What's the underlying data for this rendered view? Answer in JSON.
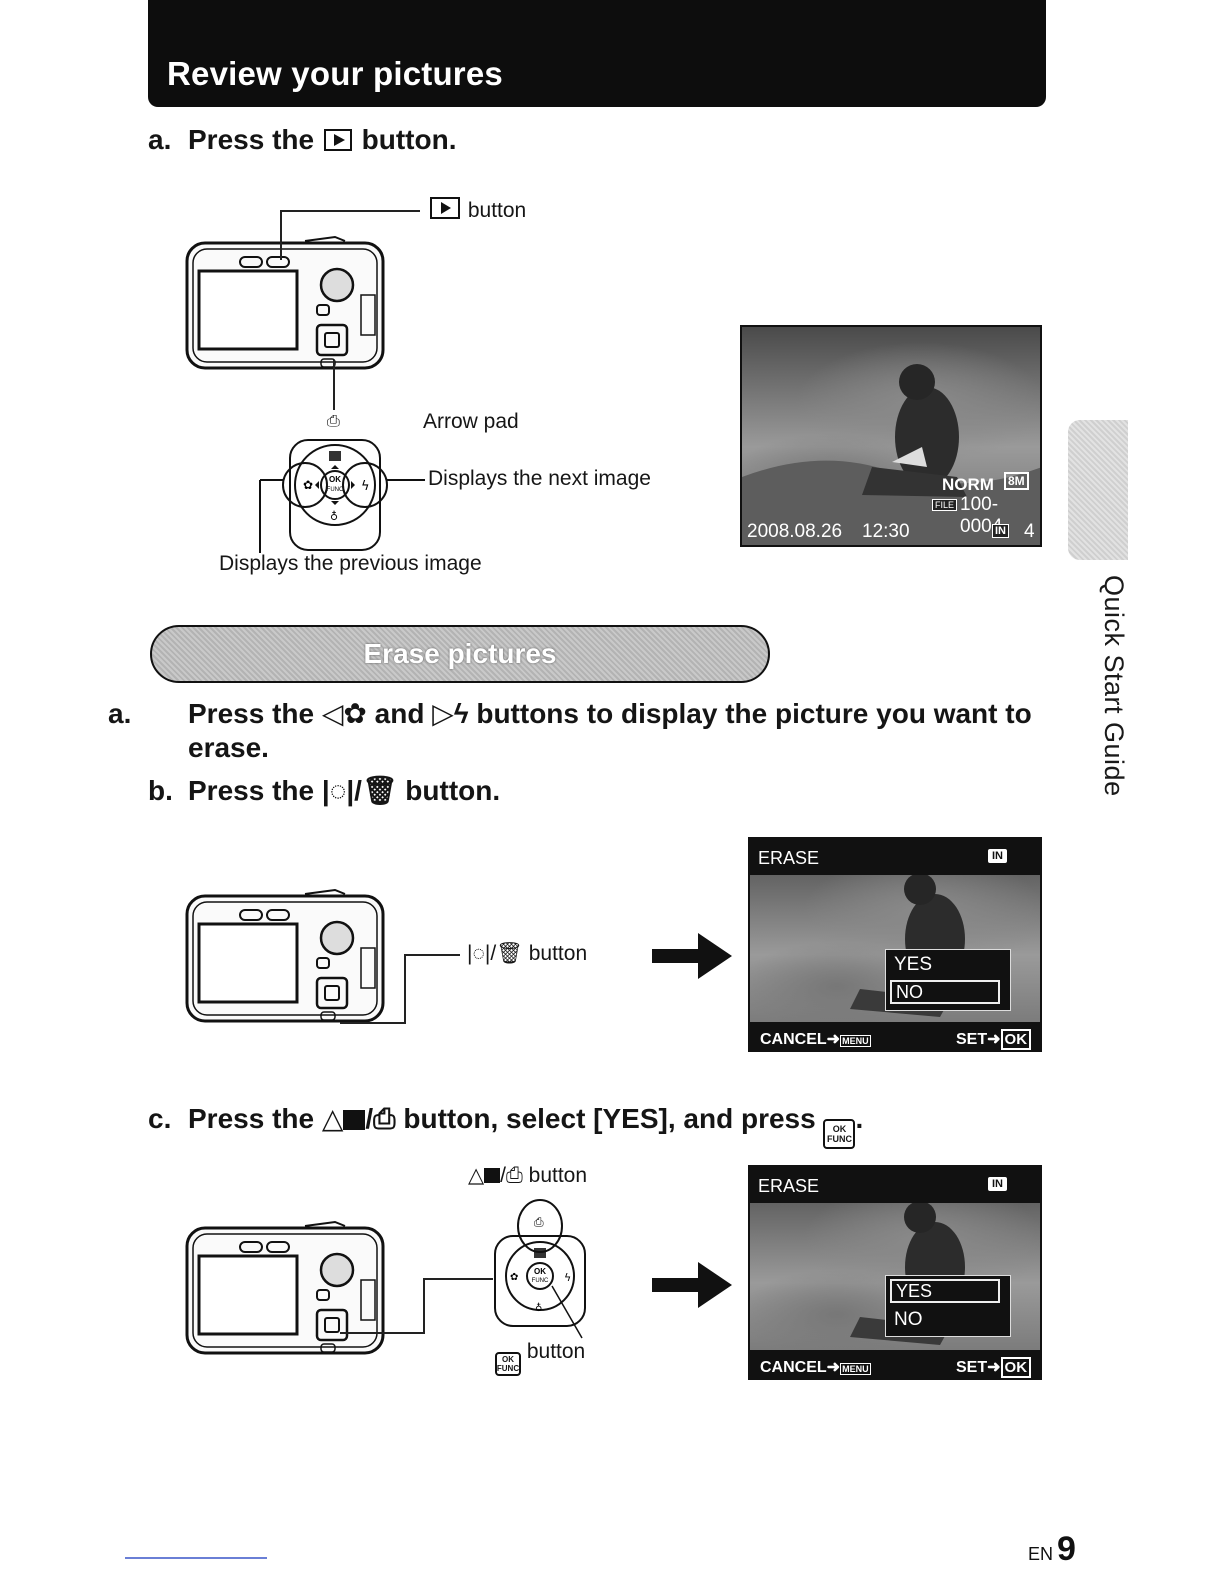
{
  "header": {
    "title": "Review your pictures"
  },
  "review": {
    "step_a": {
      "letter": "a.",
      "pre": "Press the",
      "post": "button."
    },
    "play_button_label": "button",
    "arrow_pad_label": "Arrow pad",
    "next_label": "Displays the next image",
    "prev_label": "Displays the previous image",
    "screen": {
      "quality": "NORM",
      "size": "8M",
      "file_tag": "FILE",
      "file_no": "100-0004",
      "date": "2008.08.26",
      "time": "12:30",
      "memory": "IN",
      "count": "4"
    }
  },
  "erase": {
    "banner": "Erase pictures",
    "step_a": {
      "letter": "a.",
      "text_1": "Press the",
      "text_2": "and",
      "text_3": "buttons to display the picture you want to erase."
    },
    "step_b": {
      "letter": "b.",
      "pre": "Press the",
      "post": "button."
    },
    "erase_button_label": "button",
    "screen_1": {
      "title": "ERASE",
      "memory": "IN",
      "opt_yes": "YES",
      "opt_no": "NO",
      "cancel": "CANCEL",
      "menu": "MENU",
      "set": "SET",
      "ok": "OK"
    },
    "step_c": {
      "letter": "c.",
      "pre": "Press the",
      "mid": "button, select [YES], and press",
      "end": "."
    },
    "up_button_label": "button",
    "ok_button_label": "button",
    "ok_icon_top": "OK",
    "ok_icon_bottom": "FUNC",
    "screen_2": {
      "title": "ERASE",
      "memory": "IN",
      "opt_yes": "YES",
      "opt_no": "NO",
      "cancel": "CANCEL",
      "menu": "MENU",
      "set": "SET",
      "ok": "OK"
    }
  },
  "side_tab": {
    "text": "Quick Start Guide"
  },
  "footer": {
    "lang": "EN",
    "page": "9"
  }
}
